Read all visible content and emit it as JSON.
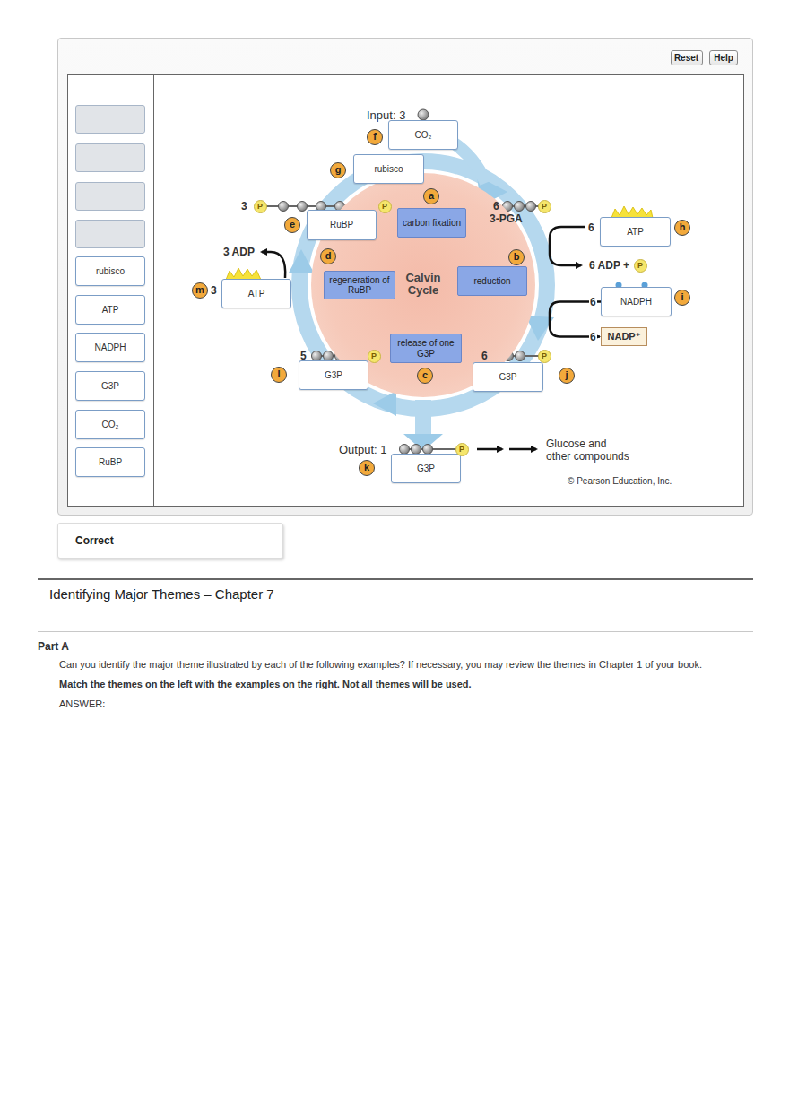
{
  "diagram": {
    "title": "Identifying Major Themes – Chapter 7",
    "nodes": [
      {
        "text": [
          "Reset"
        ]
      },
      {
        "text": [
          "Help"
        ]
      },
      {
        "text": [
          "rubisco"
        ]
      },
      {
        "text": [
          "ATP"
        ]
      },
      {
        "text": [
          "NADPH"
        ]
      },
      {
        "text": [
          "G3P"
        ]
      },
      {
        "text": [
          "CO₂"
        ]
      },
      {
        "text": [
          "RuBP"
        ]
      },
      {
        "text": [
          "CO₂"
        ]
      },
      {
        "text": [
          "rubisco"
        ]
      },
      {
        "text": [
          "RuBP"
        ]
      },
      {
        "text": [
          "Calvin Cycle"
        ]
      },
      {
        "text": [
          "carbon fixation"
        ],
        "in": 11
      },
      {
        "text": [
          "ATP"
        ]
      },
      {
        "text": [
          "regeneration of RuBP"
        ],
        "in": 11
      },
      {
        "text": [
          "reduction"
        ],
        "in": 11
      },
      {
        "text": [
          "ATP"
        ]
      },
      {
        "text": [
          "NADPH"
        ]
      },
      {
        "text": [
          "NADP⁺"
        ]
      },
      {
        "text": [
          "release of one G3P"
        ],
        "in": 11
      },
      {
        "text": [
          "G3P"
        ]
      },
      {
        "text": [
          "G3P"
        ]
      },
      {
        "text": [
          "G3P"
        ]
      },
      {
        "text": [
          "Correct"
        ]
      }
    ],
    "edges": [
      {
        "from": 17,
        "to": 18,
        "arrow": "to"
      }
    ],
    "labels": [
      "Input: 3",
      "f",
      "g",
      "a",
      "3",
      "P",
      "P",
      "e",
      "6",
      "P",
      "3-PGA",
      "6",
      "h",
      "3 ADP",
      "d",
      "b",
      "6 ADP +",
      "P",
      "m",
      "3",
      "6",
      "i",
      "6",
      "5",
      "P",
      "6",
      "P",
      "l",
      "c",
      "j",
      "Output: 1",
      "P",
      "Glucose and other compounds",
      "k",
      "© Pearson Education, Inc.",
      "Part A",
      "Can you identify the major theme illustrated by each of the following examples? If necessary, you may review the themes in Chapter 1 of your book.",
      "Match the themes on the left with the examples on the right. Not all themes will be used.",
      "ANSWER:"
    ]
  }
}
